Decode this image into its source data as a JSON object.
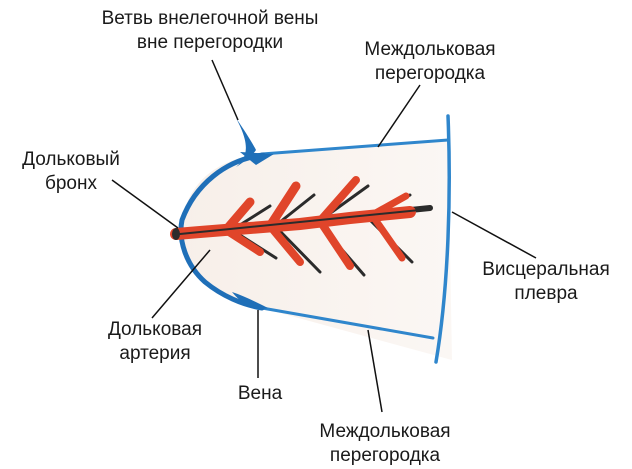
{
  "labels": {
    "extrapulmonary_vein_branch": {
      "line1": "Ветвь внелегочной вены",
      "line2": "вне перегородки"
    },
    "interlobular_septum_top": {
      "line1": "Междольковая",
      "line2": "перегородка"
    },
    "lobular_bronchus": {
      "line1": "Дольковый",
      "line2": "бронх"
    },
    "visceral_pleura": {
      "line1": "Висцеральная",
      "line2": "плевра"
    },
    "lobular_artery": {
      "line1": "Дольковая",
      "line2": "артерия"
    },
    "vein": {
      "line1": "Вена"
    },
    "interlobular_septum_bottom": {
      "line1": "Междольковая",
      "line2": "перегородка"
    }
  },
  "colors": {
    "septum_blue": "#2f86cc",
    "vein_blue": "#1f6fb8",
    "artery_red": "#e0452a",
    "bronchus_dark": "#2b2b2b",
    "lobule_fill": "#fbf3ee",
    "leader_line": "#111111"
  }
}
